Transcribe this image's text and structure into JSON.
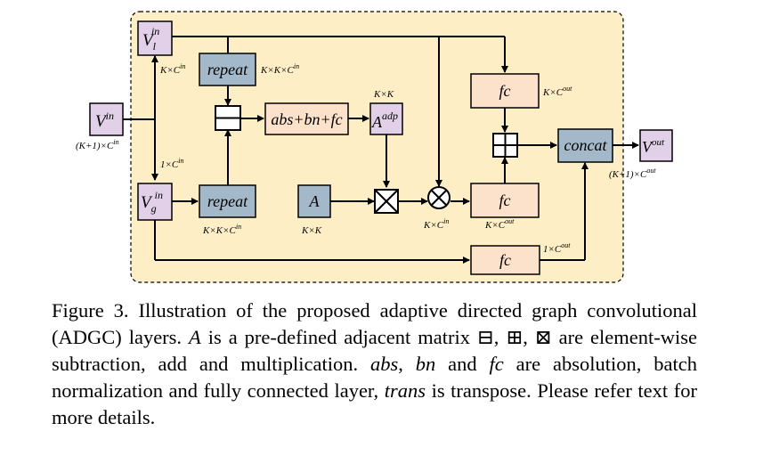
{
  "diagram": {
    "nodes": {
      "v_in": "V",
      "v_in_sup": "in",
      "v_l": "V",
      "v_l_sub": "l",
      "v_l_sup": "in",
      "v_g": "V",
      "v_g_sub": "g",
      "v_g_sup": "in",
      "repeat_top": "repeat",
      "repeat_bottom": "repeat",
      "abs_bn_fc": "abs+bn+fc",
      "a_adp": "A",
      "a_adp_sup": "adp",
      "a_matrix": "A",
      "fc_top": "fc",
      "fc_mid": "fc",
      "fc_bottom": "fc",
      "concat": "concat",
      "v_out": "V",
      "v_out_sup": "out"
    },
    "dims": {
      "v_in": "(K+1)×C",
      "v_in_sup": "in",
      "v_l": "K×C",
      "v_l_sup": "in",
      "v_g": "1×C",
      "v_g_sup": "in",
      "repeat_top": "K×K×C",
      "repeat_top_sup": "in",
      "repeat_bottom": "K×K×C",
      "repeat_bottom_sup": "in",
      "a_adp": "K×K",
      "a_matrix": "K×K",
      "mult": "K×C",
      "mult_sup": "in",
      "fc_top": "K×C",
      "fc_top_sup": "out",
      "fc_mid": "K×C",
      "fc_mid_sup": "out",
      "fc_bottom": "1×C",
      "fc_bottom_sup": "out",
      "v_out": "(K+1)×C",
      "v_out_sup": "out"
    },
    "colors": {
      "panel": "#fdeec6",
      "v_box": "#e2d0e8",
      "blue_box": "#a3b8c8",
      "peach_box": "#fde2cb"
    }
  },
  "caption": {
    "p1": "Figure 3. Illustration of the proposed adaptive directed graph convolutional (ADGC) layers. ",
    "m1": "A",
    "p2": " is a pre-defined adjacent matrix ⊟, ⊞, ⊠ are element-wise subtraction, add and multiplication. ",
    "m2": "abs",
    "p3": ", ",
    "m3": "bn",
    "p4": " and ",
    "m4": "fc",
    "p5": " are absolution, batch normalization and fully connected layer, ",
    "m5": "trans",
    "p6": " is transpose. Please refer text for more details."
  }
}
